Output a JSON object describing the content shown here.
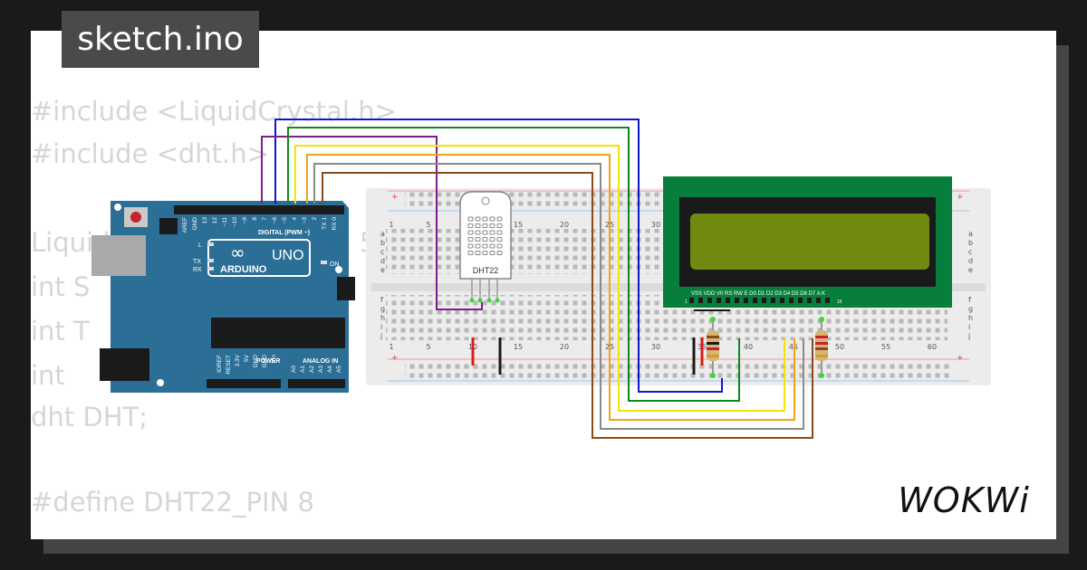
{
  "file_tab": {
    "title": "sketch.ino"
  },
  "code_lines": [
    "#include <LiquidCrystal.h>",
    "#include <dht.h>",
    "",
    "LiquidCrystal lcd(12, 11, 5, 4, 3, 2);",
    "int S",
    "int T",
    "int",
    "dht DHT;",
    "",
    "#define DHT22_PIN 8"
  ],
  "arduino": {
    "brand": "ARDUINO",
    "model": "UNO",
    "digital_label": "DIGITAL (PWM ~)",
    "on_label": "ON",
    "l_label": "L",
    "tx_label": "TX",
    "rx_label": "RX",
    "power_label": "POWER",
    "analog_label": "ANALOG IN",
    "top_pins": [
      "AREF",
      "GND",
      "13",
      "12",
      "~11",
      "~10",
      "~9",
      "8",
      "7",
      "~6",
      "~5",
      "4",
      "~3",
      "2",
      "TX 1",
      "RX 0"
    ],
    "power_pins": [
      "IOREF",
      "RESET",
      "3.3V",
      "5V",
      "GND",
      "GND",
      "Vin"
    ],
    "analog_pins": [
      "A0",
      "A1",
      "A2",
      "A3",
      "A4",
      "A5"
    ]
  },
  "breadboard": {
    "col_numbers": [
      "1",
      "5",
      "10",
      "15",
      "20",
      "25",
      "30",
      "35",
      "40",
      "45",
      "50",
      "55",
      "60"
    ],
    "row_letters_top": [
      "a",
      "b",
      "c",
      "d",
      "e"
    ],
    "row_letters_bottom": [
      "f",
      "g",
      "h",
      "i",
      "j"
    ]
  },
  "dht": {
    "label": "DHT22"
  },
  "lcd": {
    "pin_labels": "VSS VDD V0 RS RW E D0 D1 D2 D3 D4 D5 D6 D7 A K",
    "pin_first": "1",
    "pin_last": "16"
  },
  "brand": {
    "logo": "WOKWi"
  },
  "colors": {
    "board": "#2b6e96",
    "lcd_pcb": "#087e3c",
    "lcd_screen": "#6f8a0f",
    "wire_blue": "#1017c8",
    "wire_purple": "#7b1f8e",
    "wire_green": "#0b8a1b",
    "wire_yellow": "#f5e400",
    "wire_orange": "#f0a415",
    "wire_gray": "#8a8a8a",
    "wire_brown": "#8b4a17"
  }
}
